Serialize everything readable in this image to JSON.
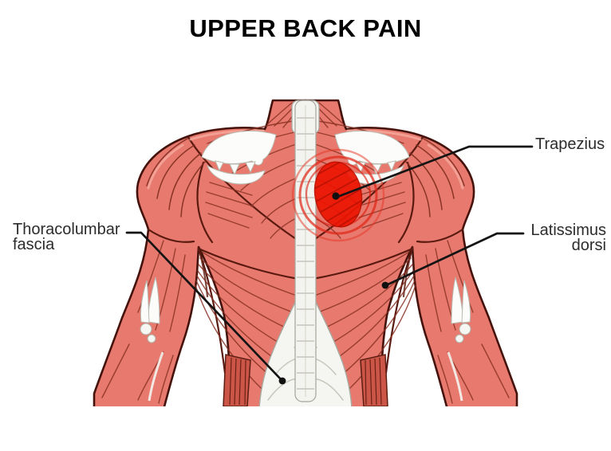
{
  "title": "UPPER BACK PAIN",
  "labels": {
    "trapezius": "Trapezius",
    "latissimus_dorsi": "Latissimus\ndorsi",
    "thoracolumbar_fascia": "Thoracolumbar\nfascia"
  },
  "illustration": {
    "subject": "Posterior view of human back musculature",
    "pain_marker": "Red concentric pain indicator over right upper trapezius"
  },
  "colors": {
    "background": "#ffffff",
    "title_text": "#000000",
    "label_text": "#2c2c2c",
    "leader_line": "#141414",
    "muscle_base": "#e8796e",
    "muscle_outline": "#44120b",
    "pain_red": "#ec1502"
  }
}
